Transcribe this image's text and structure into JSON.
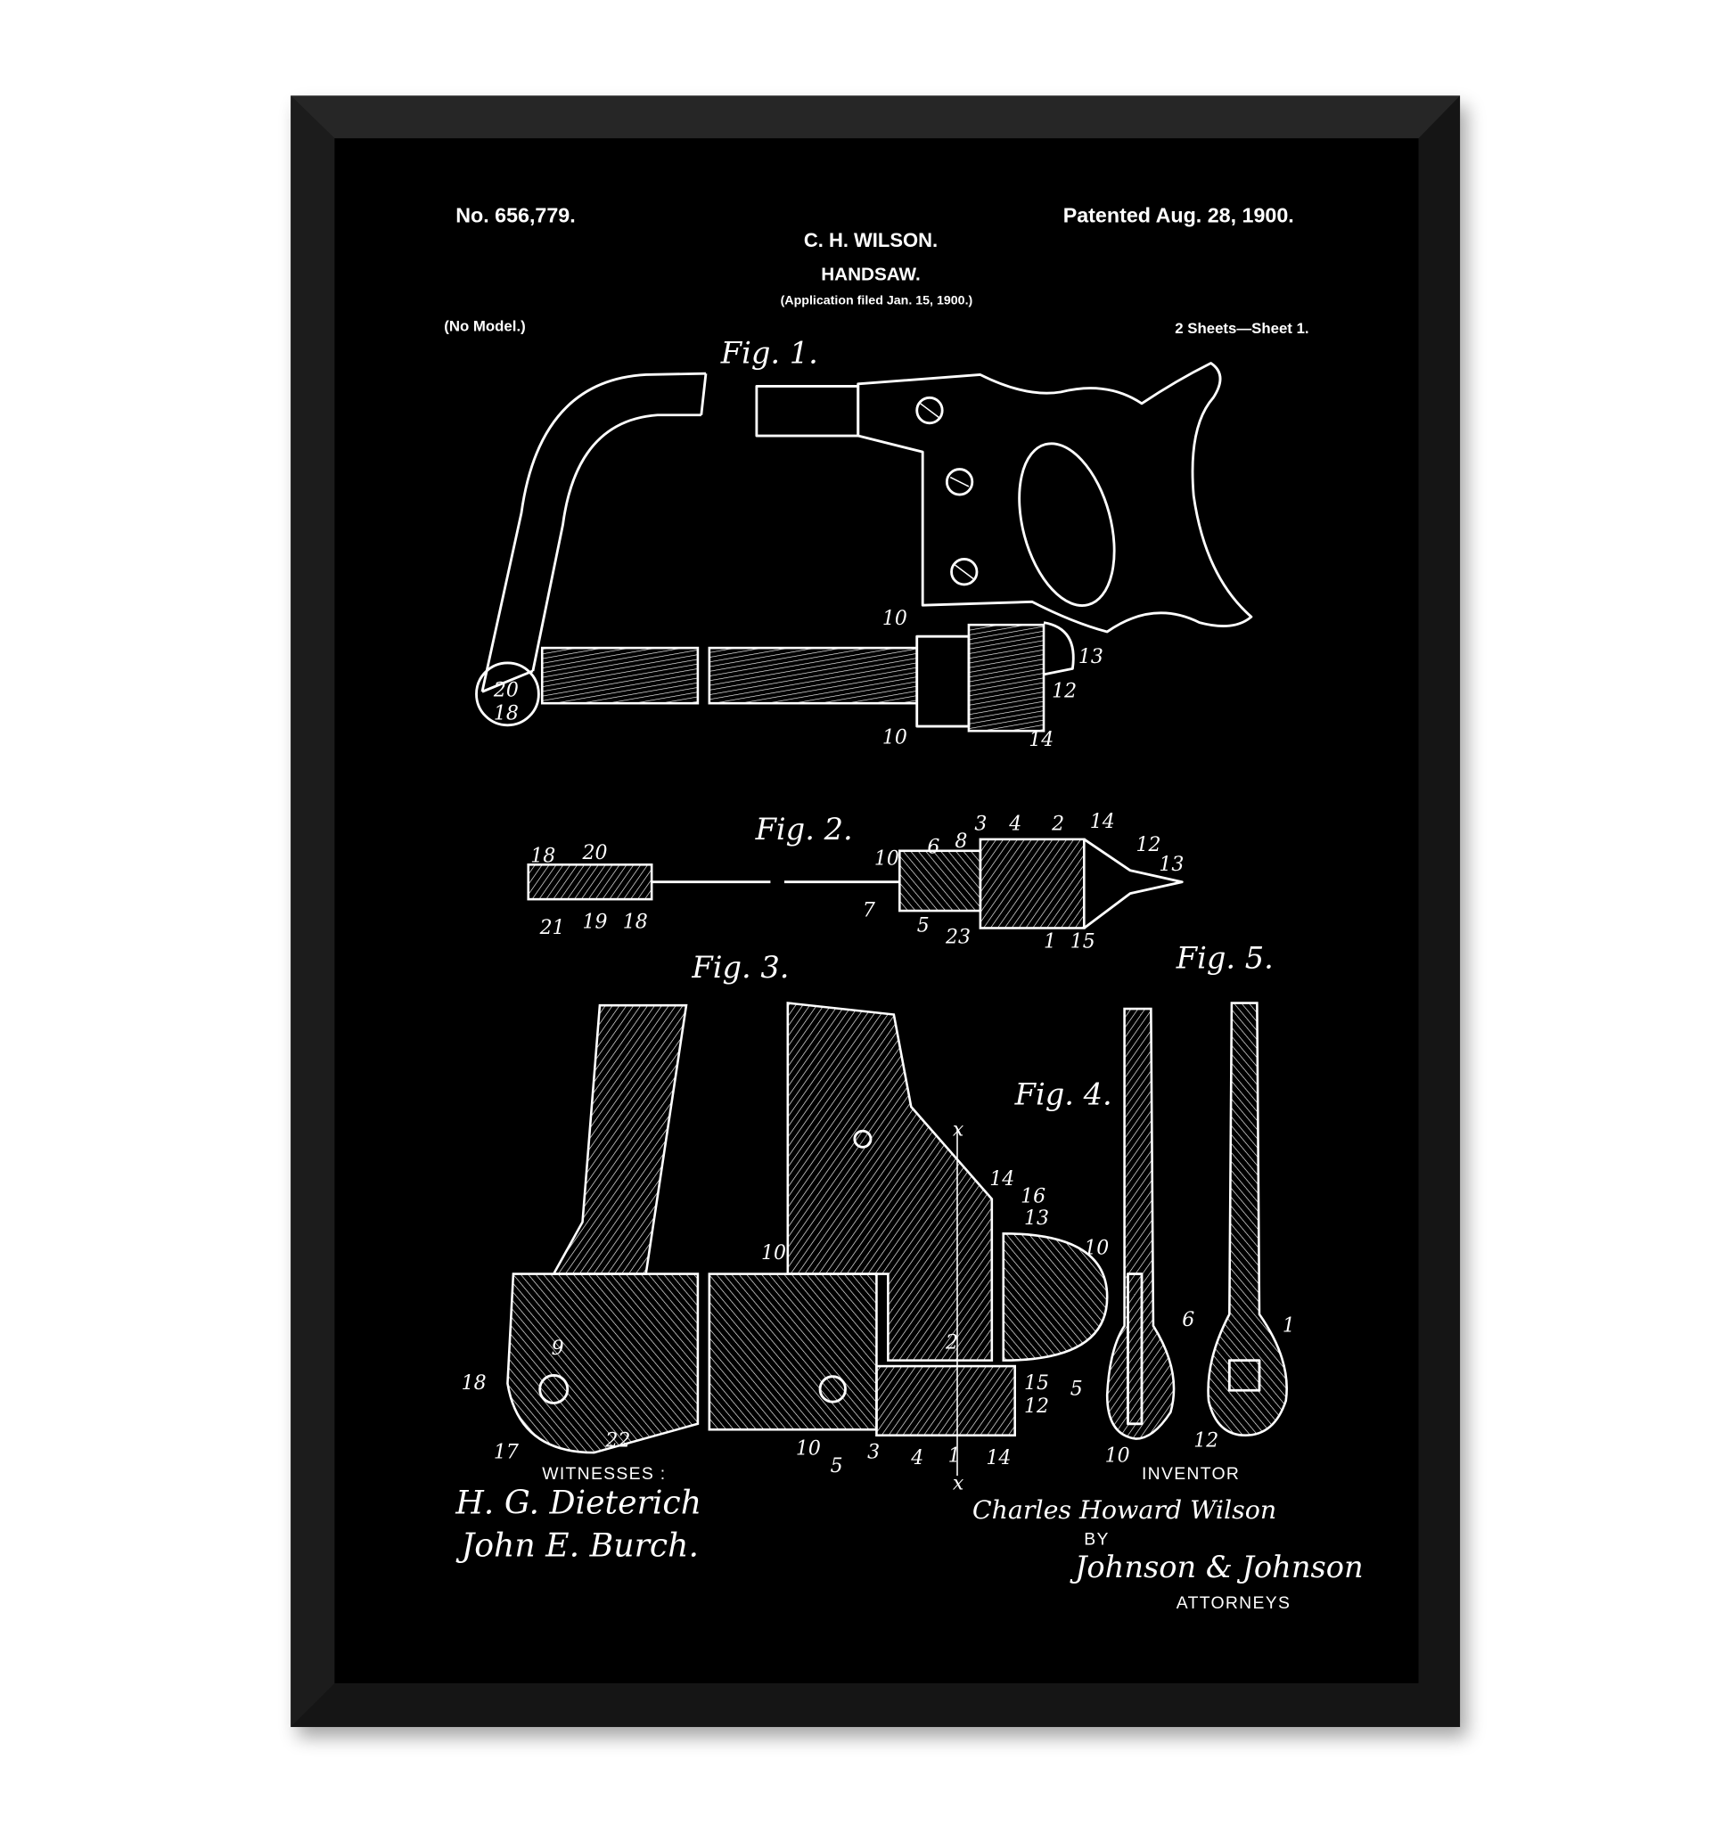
{
  "header": {
    "patent_number": "No. 656,779.",
    "patented_date": "Patented Aug. 28, 1900.",
    "inventor_name": "C. H. WILSON.",
    "title": "HANDSAW.",
    "application": "(Application filed Jan. 15, 1900.)",
    "model_note": "(No Model.)",
    "sheets": "2 Sheets—Sheet 1."
  },
  "figures": {
    "fig1": {
      "label": "Fig. 1.",
      "refs": [
        "10",
        "10",
        "13",
        "12",
        "14",
        "20",
        "18"
      ]
    },
    "fig2": {
      "label": "Fig. 2.",
      "refs": [
        "18",
        "20",
        "21",
        "19",
        "18",
        "10",
        "6",
        "8",
        "3",
        "4",
        "2",
        "14",
        "12",
        "13",
        "7",
        "5",
        "23",
        "1",
        "15"
      ]
    },
    "fig3": {
      "label": "Fig. 3.",
      "refs": [
        "10",
        "9",
        "18",
        "17",
        "22",
        "2",
        "10",
        "5",
        "3",
        "4",
        "1",
        "14",
        "x",
        "x",
        "14",
        "16",
        "13",
        "15",
        "12"
      ]
    },
    "fig4": {
      "label": "Fig. 4."
    },
    "fig5": {
      "label": "Fig. 5.",
      "refs": [
        "10",
        "6",
        "5",
        "10",
        "1",
        "12"
      ]
    }
  },
  "footer": {
    "witnesses_label": "WITNESSES :",
    "witness_1": "H. G. Dieterich",
    "witness_2": "John E. Burch.",
    "inventor_label": "INVENTOR",
    "inventor_signature": "Charles Howard Wilson",
    "by_label": "BY",
    "attorneys_signature": "Johnson & Johnson",
    "attorneys_label": "ATTORNEYS"
  },
  "colors": {
    "background": "#ffffff",
    "frame": "#111111",
    "poster": "#000000",
    "ink": "#ffffff"
  }
}
